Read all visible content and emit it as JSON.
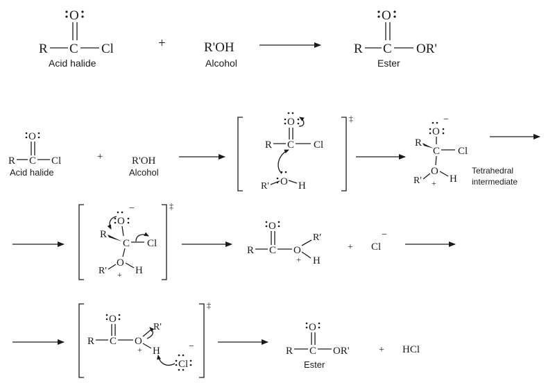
{
  "r": "R",
  "c": "C",
  "o": "O",
  "cl": "Cl",
  "h": "H",
  "r_prime": "R'",
  "r_prime_oh": "R'OH",
  "or_prime": "OR'",
  "plus": "+",
  "minus": "−",
  "dagger": "‡",
  "hcl": "HCl",
  "labels": {
    "acid_halide": "Acid halide",
    "alcohol": "Alcohol",
    "ester": "Ester",
    "tetrahedral_1": "Tetrahedral",
    "tetrahedral_2": "intermediate"
  }
}
